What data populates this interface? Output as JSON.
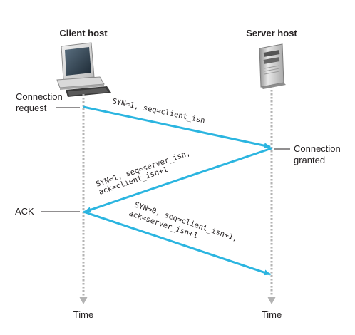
{
  "hosts": {
    "client": {
      "title": "Client host",
      "icon": "desktop-computer-icon"
    },
    "server": {
      "title": "Server host",
      "icon": "server-tower-icon"
    }
  },
  "client_labels": {
    "connection_request_line1": "Connection",
    "connection_request_line2": "request",
    "ack": "ACK",
    "time": "Time"
  },
  "server_labels": {
    "connection_granted_line1": "Connection",
    "connection_granted_line2": "granted",
    "time": "Time"
  },
  "messages": {
    "syn": {
      "line1": "SYN=1, seq=client_isn"
    },
    "synack": {
      "line1": "SYN=1, seq=server_isn,",
      "line2": "ack=client_isn+1"
    },
    "ack": {
      "line1": "SYN=0, seq=client_isn+1,",
      "line2": "ack=server_isn+1"
    }
  },
  "colors": {
    "arrow": "#2bb5e0",
    "timeline": "#b3b3b3",
    "text": "#231f20"
  }
}
